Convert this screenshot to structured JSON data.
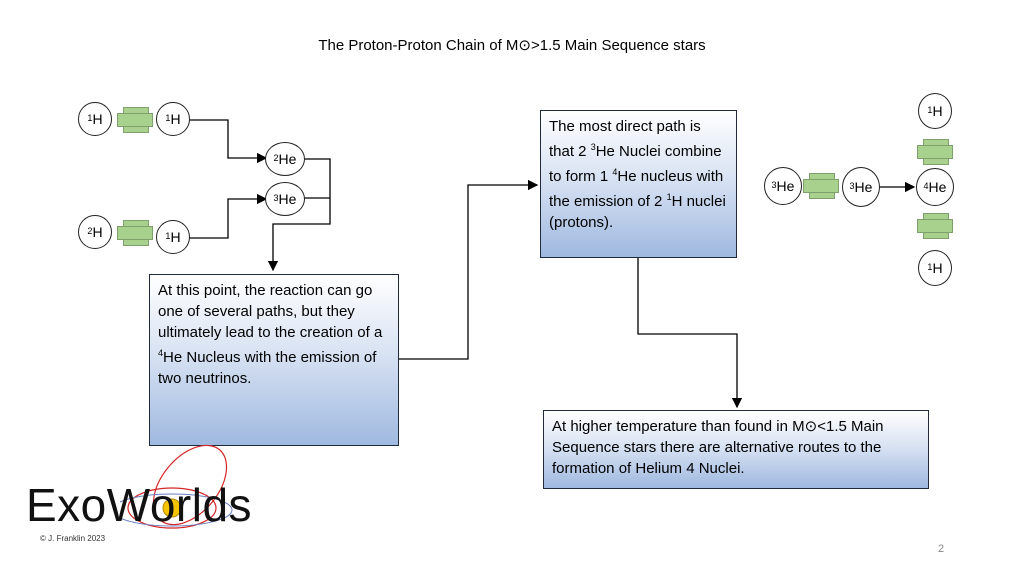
{
  "title": "The Proton-Proton Chain of M⊙>1.5 Main Sequence stars",
  "nuclei": {
    "h1a": {
      "mass": "1",
      "symbol": "H"
    },
    "h1b": {
      "mass": "1",
      "symbol": "H"
    },
    "h2a": {
      "mass": "2",
      "symbol": "H"
    },
    "h1c": {
      "mass": "1",
      "symbol": "H"
    },
    "he2": {
      "mass": "2",
      "symbol": "He"
    },
    "he3a": {
      "mass": "3",
      "symbol": "He"
    },
    "he3b": {
      "mass": "3",
      "symbol": "He"
    },
    "he3c": {
      "mass": "3",
      "symbol": "He"
    },
    "he4": {
      "mass": "4",
      "symbol": "He"
    },
    "h1top": {
      "mass": "1",
      "symbol": "H"
    },
    "h1bottom": {
      "mass": "1",
      "symbol": "H"
    }
  },
  "boxes": {
    "reaction": {
      "pre": "At this point, the reaction can go one of several paths, but they ultimately lead to the creation of a ",
      "sup": "4",
      "post": "He Nucleus with the emission of two neutrinos."
    },
    "direct": {
      "p1": "The most direct path is that 2 ",
      "s1": "3",
      "p2": "He Nuclei combine to form 1 ",
      "s2": "4",
      "p3": "He nucleus with the emission of 2 ",
      "s3": "1",
      "p4": "H nuclei (protons)."
    },
    "higher": "At higher temperature than found in M⊙<1.5 Main Sequence stars there are alternative routes to the formation of Helium 4 Nuclei."
  },
  "logo": "ExoWorlds",
  "credit": "© J. Franklin 2023",
  "page_number": "2",
  "colors": {
    "plus_fill": "#a9d18e",
    "box_gradient_end": "#9fb9e0",
    "logo_orbit": "#d62728",
    "logo_star": "#f5c400"
  }
}
